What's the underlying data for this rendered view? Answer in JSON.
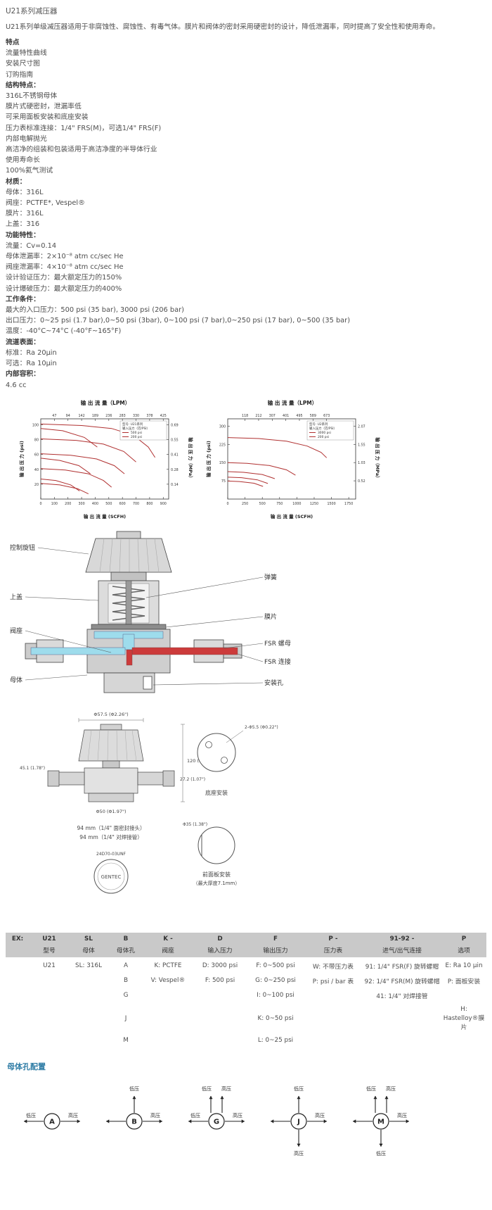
{
  "doc": {
    "title": "U21系列减压器",
    "intro": "U21系列单级减压器适用于非腐蚀性、腐蚀性、有毒气体。膜片和阀体的密封采用硬密封的设计，降低泄漏率，同时提高了安全性和使用寿命。"
  },
  "sections": {
    "features": {
      "heading": "特点",
      "items": [
        "流量特性曲线",
        "安装尺寸图",
        "订购指南"
      ]
    },
    "structure": {
      "heading": "结构特点：",
      "items": [
        "316L不锈钢母体",
        "膜片式硬密封，泄漏率低",
        "可采用面板安装和底座安装",
        "压力表标准连接：1/4\" FRS(M)，可选1/4\" FRS(F)",
        "内部电解抛光",
        "高洁净的组装和包装适用于高洁净度的半导体行业",
        "使用寿命长",
        "100%氦气测试"
      ]
    },
    "materials": {
      "heading": "材质：",
      "items": [
        "母体：316L",
        "阀座：PCTFE*, Vespel®",
        "膜片：316L",
        "上盖：316"
      ]
    },
    "performance": {
      "heading": "功能特性：",
      "items": [
        "流量：Cv=0.14",
        "母体泄漏率：2×10⁻⁸ atm cc/sec He",
        "阀座泄漏率：4×10⁻⁸ atm cc/sec He",
        "设计验证压力：最大额定压力的150%",
        "设计爆破压力：最大额定压力的400%"
      ]
    },
    "conditions": {
      "heading": "工作条件：",
      "items": [
        "最大的入口压力：500 psi (35 bar), 3000 psi (206 bar)",
        "出口压力：0~25 psi (1.7 bar),0~50 psi (3bar), 0~100 psi (7 bar),0~250 psi (17 bar), 0~500 (35 bar)",
        "温度：-40°C~74°C (-40°F~165°F)"
      ]
    },
    "surface": {
      "heading": "流道表面：",
      "items": [
        "标准：Ra 20μin",
        "可选：Ra 10μin"
      ]
    },
    "volume": {
      "heading": "内部容积：",
      "items": [
        "4.6 cc"
      ]
    }
  },
  "chart_data": [
    {
      "type": "line",
      "name": "flow-chart-low-pressure",
      "title": "输 出 流 量（LPM）",
      "xlabel": "输 出 流 量 (SCFH)",
      "ylabel_left": "输 出 压 力 (psi)",
      "ylabel_right": "输 出 压 力（MPa）",
      "top_ticks": [
        "47",
        "94",
        "142",
        "189",
        "236",
        "283",
        "330",
        "378",
        "425"
      ],
      "top_tick_range": [
        100,
        900
      ],
      "x_ticks": [
        0,
        100,
        200,
        300,
        400,
        500,
        600,
        700,
        800,
        900
      ],
      "xlim": [
        0,
        940
      ],
      "y_ticks": [
        20,
        40,
        60,
        80,
        100
      ],
      "right_ticks": [
        "0.14",
        "0.28",
        "0.41",
        "0.55",
        "0.69"
      ],
      "ylim": [
        0,
        108
      ],
      "legend": {
        "lines": [
          "型号: U21系列",
          "输入压力（巴/PSI）"
        ],
        "entries": [
          {
            "label": "500 psi"
          },
          {
            "label": "200 psi"
          }
        ]
      },
      "series_color": "#b03030",
      "series": [
        {
          "inlet": "500 psi",
          "points": [
            [
              0,
              101
            ],
            [
              300,
              99
            ],
            [
              520,
              95
            ],
            [
              680,
              86
            ],
            [
              790,
              70
            ],
            [
              840,
              56
            ]
          ]
        },
        {
          "inlet": "500 psi",
          "points": [
            [
              0,
              81
            ],
            [
              260,
              79
            ],
            [
              460,
              74
            ],
            [
              610,
              64
            ],
            [
              700,
              50
            ]
          ]
        },
        {
          "inlet": "500 psi",
          "points": [
            [
              0,
              61
            ],
            [
              220,
              59
            ],
            [
              410,
              54
            ],
            [
              540,
              45
            ],
            [
              615,
              34
            ]
          ]
        },
        {
          "inlet": "500 psi",
          "points": [
            [
              0,
              41
            ],
            [
              180,
              39
            ],
            [
              350,
              34
            ],
            [
              460,
              25
            ],
            [
              520,
              16
            ]
          ]
        },
        {
          "inlet": "500 psi",
          "points": [
            [
              0,
              21
            ],
            [
              140,
              19
            ],
            [
              270,
              14
            ],
            [
              350,
              7
            ]
          ]
        },
        {
          "inlet": "200 psi",
          "points": [
            [
              0,
              95
            ],
            [
              160,
              92
            ],
            [
              320,
              83
            ],
            [
              415,
              70
            ]
          ]
        },
        {
          "inlet": "200 psi",
          "points": [
            [
              0,
              55
            ],
            [
              140,
              52
            ],
            [
              280,
              45
            ],
            [
              365,
              34
            ]
          ]
        },
        {
          "inlet": "200 psi",
          "points": [
            [
              0,
              27
            ],
            [
              110,
              25
            ],
            [
              220,
              19
            ],
            [
              285,
              11
            ]
          ]
        }
      ]
    },
    {
      "type": "line",
      "name": "flow-chart-high-pressure",
      "title": "输 出 流 量（LPM）",
      "xlabel": "输 出 流 量 (SCFH)",
      "ylabel_left": "输 出 压 力 (psi)",
      "ylabel_right": "输 出 压 力（MPa）",
      "top_ticks": [
        "118",
        "212",
        "307",
        "401",
        "495",
        "589",
        "673"
      ],
      "top_tick_range": [
        250,
        1430
      ],
      "x_ticks": [
        0,
        250,
        500,
        750,
        1000,
        1250,
        1500,
        1750
      ],
      "xlim": [
        0,
        1850
      ],
      "y_ticks": [
        75,
        150,
        225,
        300
      ],
      "right_ticks": [
        "0.52",
        "1.03",
        "1.55",
        "2.07"
      ],
      "ylim": [
        0,
        330
      ],
      "legend": {
        "lines": [
          "型号: U2系列",
          "输入压力（巴/PSI）"
        ],
        "entries": [
          {
            "label": "3000 psi"
          },
          {
            "label": "200 psi"
          }
        ]
      },
      "series_color": "#b03030",
      "series": [
        {
          "inlet": "3000 psi",
          "points": [
            [
              0,
              253
            ],
            [
              450,
              249
            ],
            [
              850,
              238
            ],
            [
              1150,
              218
            ],
            [
              1350,
              192
            ],
            [
              1430,
              170
            ]
          ]
        },
        {
          "inlet": "200 psi",
          "points": [
            [
              0,
              150
            ],
            [
              280,
              147
            ],
            [
              600,
              138
            ],
            [
              850,
              120
            ],
            [
              980,
              98
            ]
          ]
        },
        {
          "inlet": "200 psi",
          "points": [
            [
              0,
              113
            ],
            [
              230,
              110
            ],
            [
              500,
              101
            ],
            [
              680,
              84
            ]
          ]
        },
        {
          "inlet": "200 psi",
          "points": [
            [
              0,
              90
            ],
            [
              200,
              88
            ],
            [
              430,
              79
            ],
            [
              580,
              64
            ]
          ]
        },
        {
          "inlet": "200 psi",
          "points": [
            [
              0,
              74
            ],
            [
              170,
              72
            ],
            [
              380,
              65
            ],
            [
              510,
              52
            ]
          ]
        }
      ]
    }
  ],
  "cross_section": {
    "knob": "控制旋钮",
    "cover": "上盖",
    "seat": "阀座",
    "body": "母体",
    "spring": "弹簧",
    "diaphragm": "膜片",
    "fsr_nut": "FSR 螺母",
    "fsr_conn": "FSR 连接",
    "mount_hole": "安装孔"
  },
  "dims": {
    "knob_dia": "Φ57.5 (Φ2.26\")",
    "height": "120 (4.72\")",
    "port_height": "45.1 (1.78\")",
    "body_dia": "Φ50 (Φ1.97\")",
    "conn1": "94 mm（1/4\" 面密封接头）",
    "conn2": "94 mm（1/4\" 对焊接管）",
    "panel_thread": "24D70-03UNF",
    "brand": "GENTEC",
    "base_holes": "2-Φ5.5 (Φ0.22\")",
    "base_pitch": "27.2 (1.07\")",
    "base_caption": "底座安装",
    "panel_dia": "Φ35 (1.38\")",
    "panel_caption1": "前面板安装",
    "panel_caption2": "（最大厚度7.1mm）"
  },
  "order_table": {
    "code_row": [
      "EX:",
      "U21",
      "SL",
      "B",
      "K -",
      "D",
      "F",
      "P -",
      "91-92 -",
      "P"
    ],
    "label_row": [
      "",
      "型号",
      "母体",
      "母体孔",
      "阀座",
      "输入压力",
      "输出压力",
      "压力表",
      "进气/出气连接",
      "选项"
    ],
    "rows": [
      [
        "",
        "U21",
        "SL: 316L",
        "A",
        "K: PCTFE",
        "D: 3000 psi",
        "F: 0~500 psi",
        "W: 不带压力表",
        "91: 1/4\" FSR(F) 旋转螺帽",
        "E: Ra 10 μin"
      ],
      [
        "",
        "",
        "",
        "B",
        "V: Vespel®",
        "F: 500 psi",
        "G: 0~250 psi",
        "P: psi / bar 表",
        "92: 1/4\" FSR(M) 旋转螺帽",
        "P: 面板安装"
      ],
      [
        "",
        "",
        "",
        "G",
        "",
        "",
        "I: 0~100 psi",
        "",
        "41: 1/4\" 对焊接管",
        ""
      ],
      [
        "",
        "",
        "",
        "J",
        "",
        "",
        "K: 0~50 psi",
        "",
        "",
        "H: Hastelloy®膜片"
      ],
      [
        "",
        "",
        "",
        "M",
        "",
        "",
        "L: 0~25 psi",
        "",
        "",
        ""
      ]
    ]
  },
  "ports_heading": "母体孔配置",
  "ports": [
    {
      "letter": "A",
      "left": true,
      "right": true,
      "left_label": "低压",
      "right_label": "高压",
      "top_labels": [],
      "bottom_label": ""
    },
    {
      "letter": "B",
      "left": true,
      "right": true,
      "left_label": "",
      "right_label": "高压",
      "top_labels": [
        "低压"
      ],
      "bottom_label": ""
    },
    {
      "letter": "G",
      "left": true,
      "right": true,
      "left_label": "低压",
      "right_label": "高压",
      "top_labels": [
        "低压",
        "高压"
      ],
      "bottom_label": ""
    },
    {
      "letter": "J",
      "left": true,
      "right": true,
      "left_label": "",
      "right_label": "高压",
      "top_labels": [
        "低压"
      ],
      "bottom_label": "高压"
    },
    {
      "letter": "M",
      "left": true,
      "right": true,
      "left_label": "",
      "right_label": "高压",
      "top_labels": [
        "低压",
        "高压"
      ],
      "bottom_label": "低压"
    }
  ]
}
